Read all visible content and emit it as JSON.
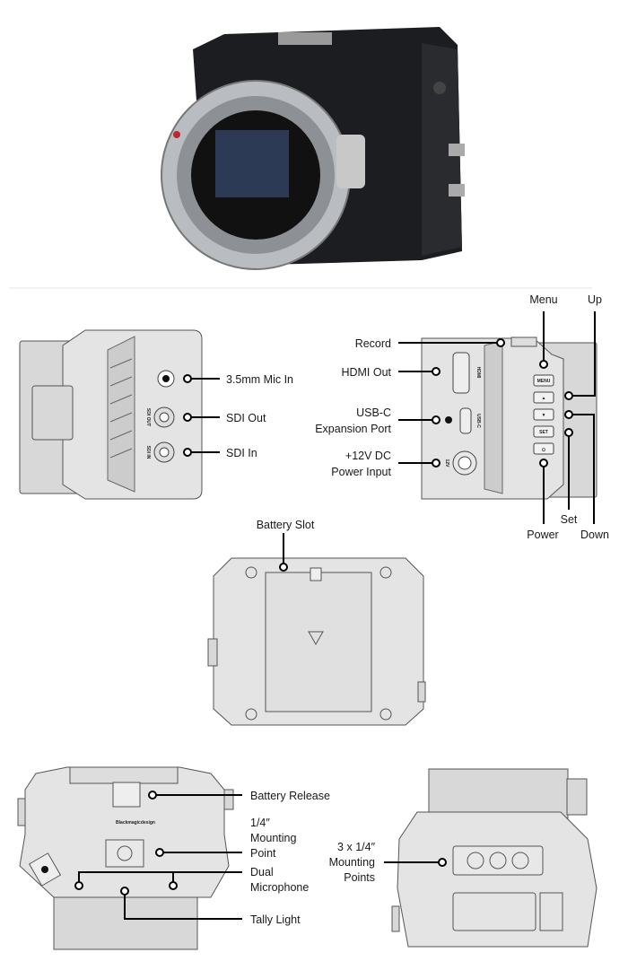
{
  "side_left": {
    "mic_in": "3.5mm Mic In",
    "sdi_out": "SDI Out",
    "sdi_in": "SDI In",
    "engraved_sdi_out": "SDI OUT",
    "engraved_sdi_in": "SDI IN"
  },
  "side_right": {
    "record": "Record",
    "hdmi_out": "HDMI Out",
    "usbc_line1": "USB-C",
    "usbc_line2": "Expansion Port",
    "power_in_line1": "+12V DC",
    "power_in_line2": "Power Input",
    "menu": "Menu",
    "up": "Up",
    "set": "Set",
    "down": "Down",
    "power": "Power",
    "btn_menu": "MENU",
    "btn_up": "▲",
    "btn_down": "▼",
    "btn_set": "SET",
    "btn_power": "⏻",
    "engraved_hdmi": "HDMI",
    "engraved_usbc": "USB-C",
    "engraved_12v": "12V"
  },
  "rear": {
    "battery_slot": "Battery Slot"
  },
  "top": {
    "battery_release": "Battery Release",
    "mount_line1": "1/4″",
    "mount_line2": "Mounting",
    "mount_line3": "Point",
    "mic_line1": "Dual",
    "mic_line2": "Microphone",
    "tally": "Tally Light",
    "brand": "Blackmagicdesign"
  },
  "bottom": {
    "mounts_line1": "3 x 1/4″",
    "mounts_line2": "Mounting",
    "mounts_line3": "Points"
  }
}
